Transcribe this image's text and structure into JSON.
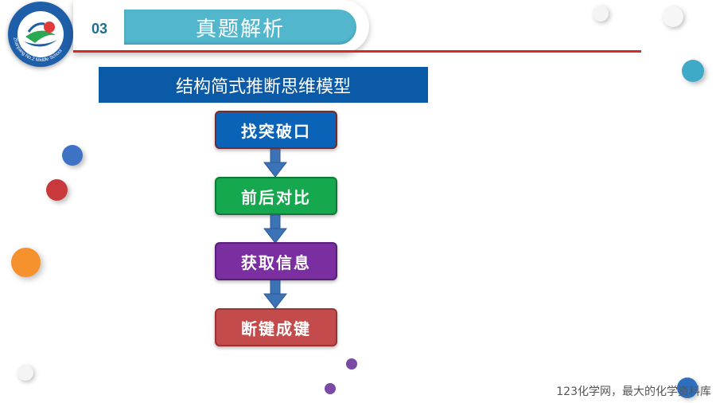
{
  "header": {
    "section_number": "03",
    "title": "真题解析"
  },
  "logo": {
    "alt": "school-logo",
    "ring_text": "Zhanjiang No.2 Middle School"
  },
  "subtitle": "结构简式推断思维模型",
  "flow": {
    "steps": [
      {
        "label": "找突破口",
        "color": "#0b63b8"
      },
      {
        "label": "前后对比",
        "color": "#16a84e"
      },
      {
        "label": "获取信息",
        "color": "#7a2ea0"
      },
      {
        "label": "断键成键",
        "color": "#c44b4b"
      }
    ],
    "arrow_color": "#3b73b6"
  },
  "footer": {
    "watermark": "123化学网，最大的化学资料库"
  },
  "colors": {
    "title_bar": "#52b6cc",
    "accent_line": "#d42a2a",
    "subtitle_bar": "#0b5aa8"
  }
}
